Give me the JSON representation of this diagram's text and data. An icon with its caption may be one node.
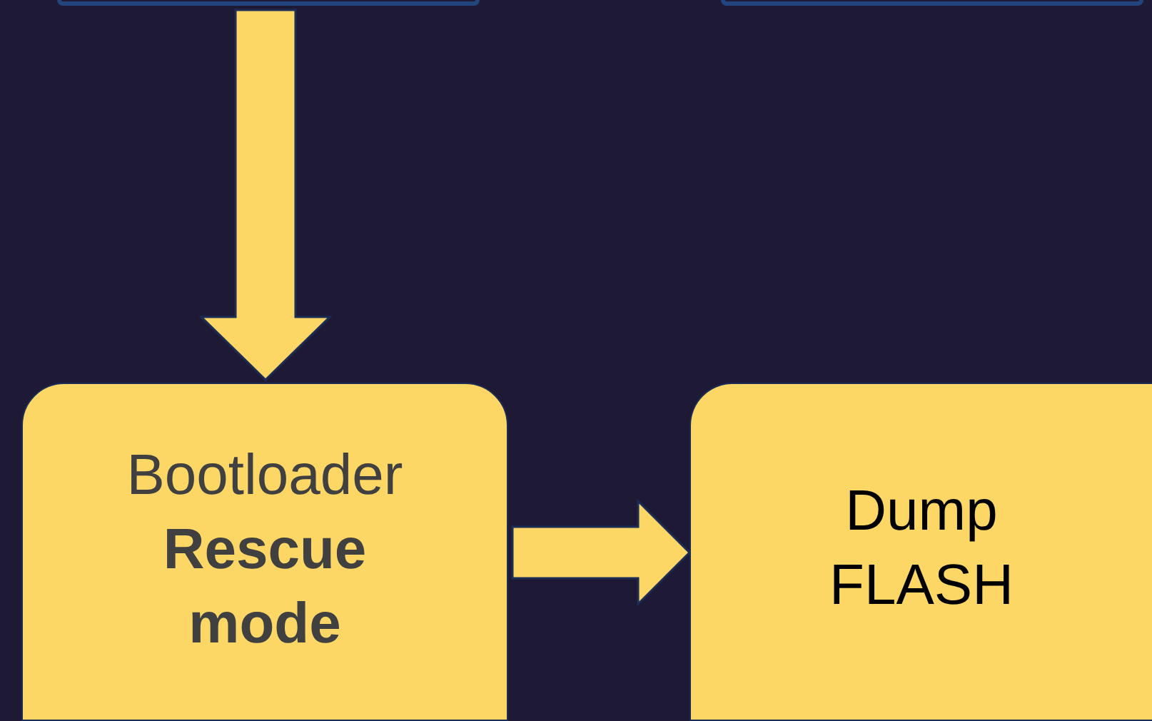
{
  "diagram": {
    "nodes": [
      {
        "text": [],
        "shape": "box"
      },
      {
        "text": [],
        "shape": "box"
      },
      {
        "text": [
          "Bootloader",
          "Rescue mode"
        ]
      },
      {
        "text": [
          "Dump FLASH"
        ]
      }
    ],
    "edges": [
      {
        "from": 0,
        "to": 2,
        "arrow": "to",
        "style": "thick"
      },
      {
        "from": 2,
        "to": 3,
        "arrow": "to",
        "style": "thick"
      }
    ]
  }
}
